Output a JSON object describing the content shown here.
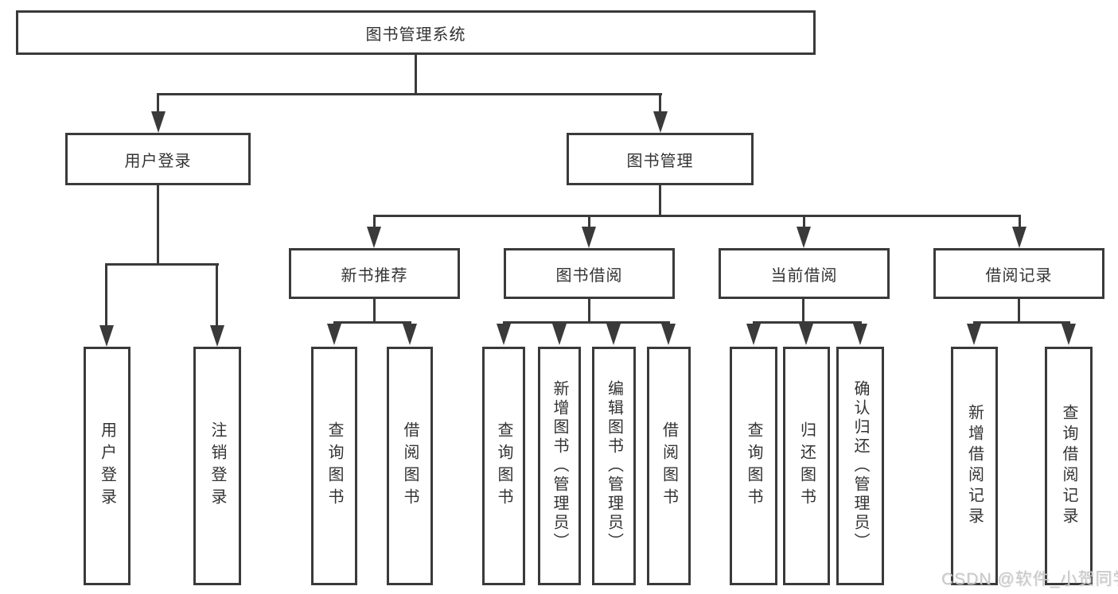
{
  "diagram_type": "hierarchy-flowchart",
  "tree": {
    "label": "图书管理系统",
    "children": [
      {
        "label": "用户登录",
        "children": [
          {
            "label": "用户登录"
          },
          {
            "label": "注销登录"
          }
        ]
      },
      {
        "label": "图书管理",
        "children": [
          {
            "label": "新书推荐",
            "children": [
              {
                "label": "查询图书"
              },
              {
                "label": "借阅图书"
              }
            ]
          },
          {
            "label": "图书借阅",
            "children": [
              {
                "label": "查询图书"
              },
              {
                "label": "新增图书（管理员）"
              },
              {
                "label": "编辑图书（管理员）"
              },
              {
                "label": "借阅图书"
              }
            ]
          },
          {
            "label": "当前借阅",
            "children": [
              {
                "label": "查询图书"
              },
              {
                "label": "归还图书"
              },
              {
                "label": "确认归还（管理员）"
              }
            ]
          },
          {
            "label": "借阅记录",
            "children": [
              {
                "label": "新增借阅记录"
              },
              {
                "label": "查询借阅记录"
              }
            ]
          }
        ]
      }
    ]
  },
  "watermark": "CSDN @软件_小贺同学",
  "colors": {
    "line": "#3a3a3a",
    "text": "#333333",
    "background": "#ffffff",
    "watermark": "#c8c8c8"
  }
}
